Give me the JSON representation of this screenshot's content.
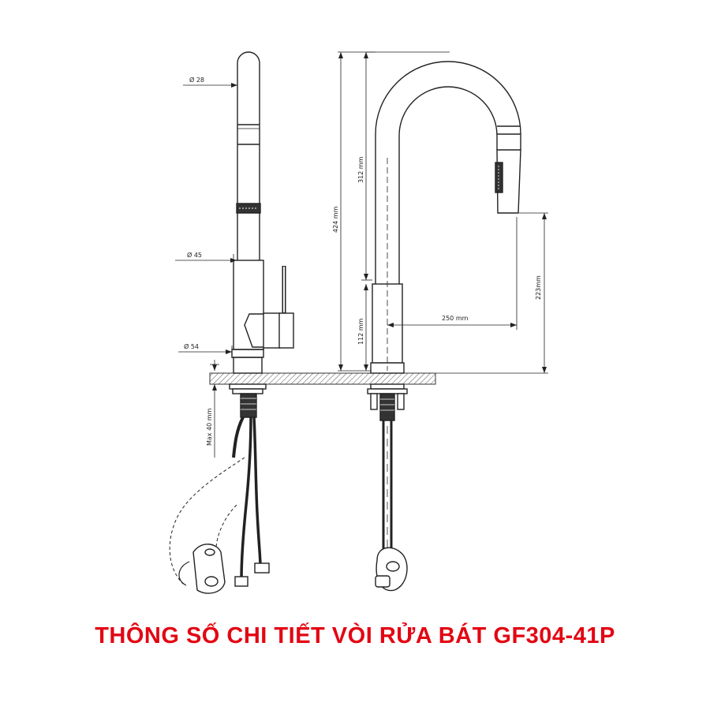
{
  "diagram": {
    "labels": {
      "d28": "Ø 28",
      "d45": "Ø 45",
      "d54": "Ø 54",
      "max40": "Max 40 mm",
      "h424": "424 mm",
      "h312": "312 mm",
      "h112": "112 mm",
      "w250": "250 mm",
      "h223": "223mm"
    }
  },
  "title": "THÔNG SỐ CHI TIẾT VÒI RỬA BÁT GF304-41P"
}
